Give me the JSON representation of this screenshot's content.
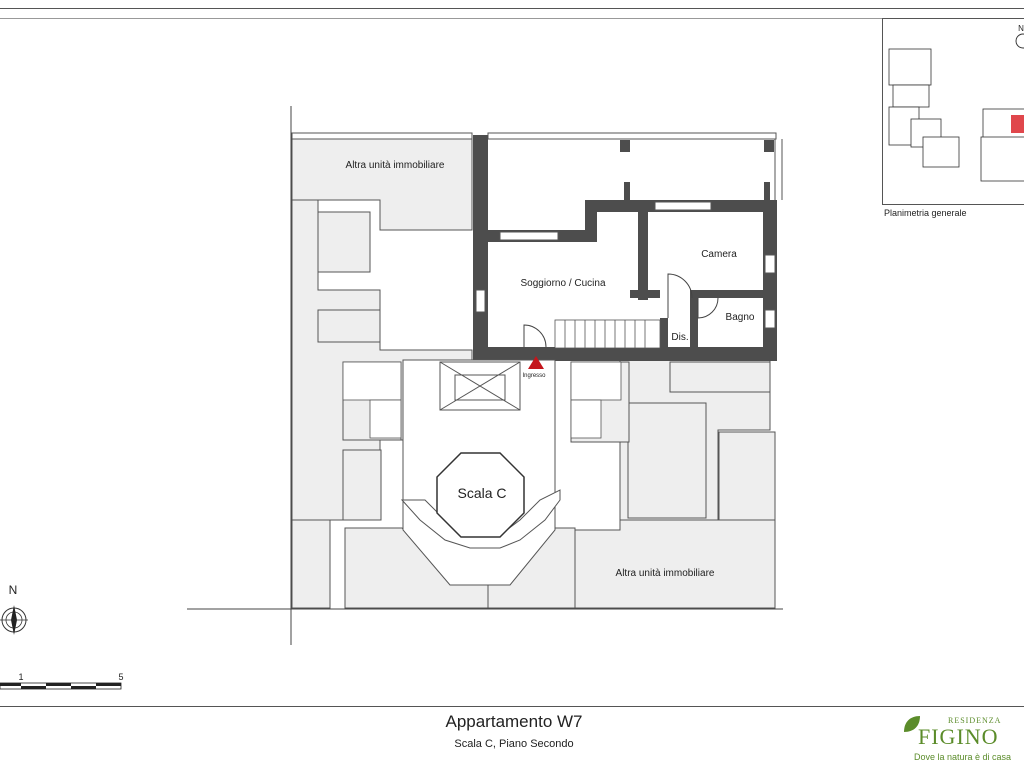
{
  "plan": {
    "title": "Appartamento W7",
    "subtitle": "Scala C, Piano Secondo"
  },
  "rooms": {
    "living": "Soggiorno / Cucina",
    "bedroom": "Camera",
    "bathroom": "Bagno",
    "disimpegno": "Dis.",
    "entrance": "Ingresso",
    "stair": "Scala C",
    "other_unit_top": "Altra unità immobiliare",
    "other_unit_bottom": "Altra unità immobiliare"
  },
  "site_plan": {
    "label": "Planimetria generale",
    "north": "N"
  },
  "compass": {
    "north": "N"
  },
  "scale_bar": {
    "start": "1",
    "end": "5"
  },
  "brand": {
    "residenza": "RESIDENZA",
    "name": "FIGINO",
    "tagline": "Dove la natura è di casa"
  },
  "colors": {
    "wall": "#4d4d4d",
    "other_unit_fill": "#eeeeee",
    "entrance_marker": "#c4161c",
    "site_highlight": "#e0474c",
    "brand_green": "#5b8c2a"
  }
}
